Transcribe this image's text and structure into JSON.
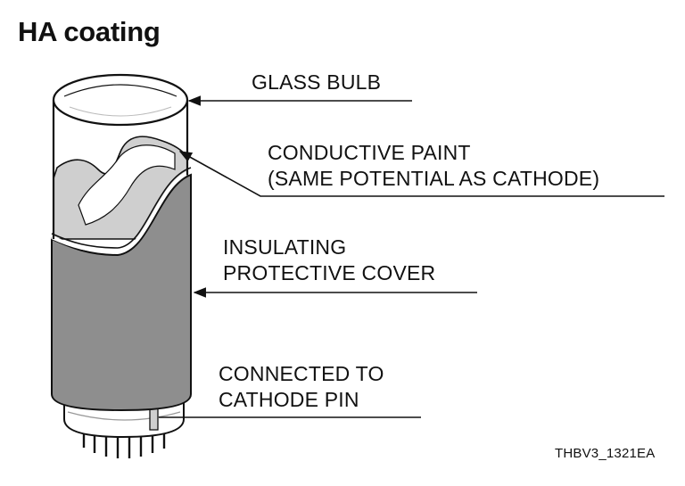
{
  "title": "HA coating",
  "labels": {
    "glass_bulb": "GLASS BULB",
    "conductive_paint": [
      "CONDUCTIVE PAINT",
      "(SAME POTENTIAL AS CATHODE)"
    ],
    "insulating_cover": [
      "INSULATING",
      "PROTECTIVE COVER"
    ],
    "cathode_pin": [
      "CONNECTED TO",
      "CATHODE PIN"
    ]
  },
  "figure_id": "THBV3_1321EA",
  "colors": {
    "glass": "#ffffff",
    "conductive_paint": "#cfcfcf",
    "protective_cover": "#8e8e8e",
    "outline": "#111111"
  }
}
